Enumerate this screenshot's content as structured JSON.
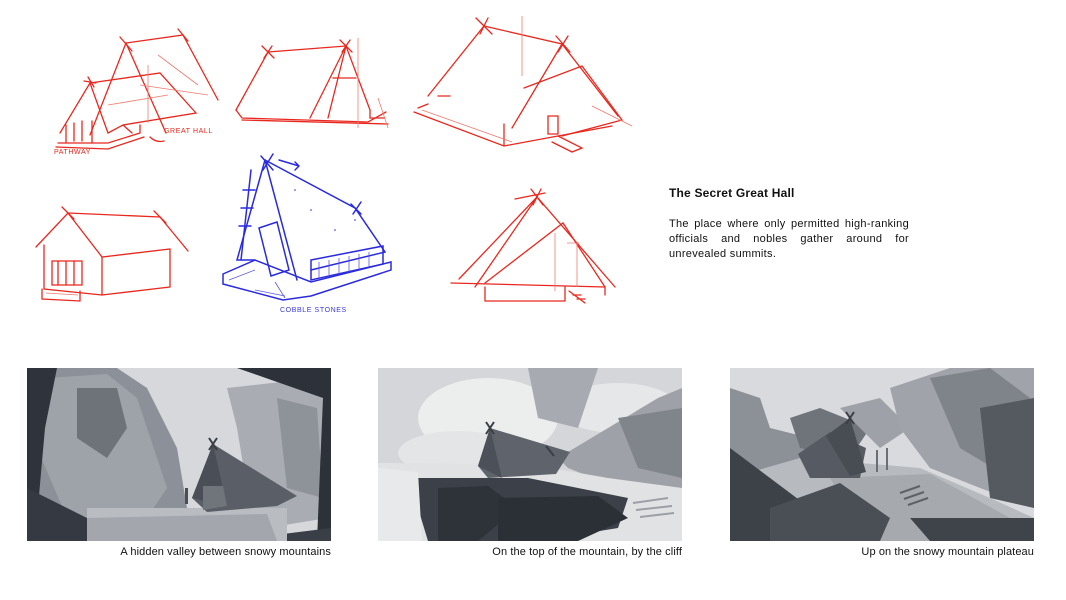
{
  "info_panel": {
    "title": "The Secret Great Hall",
    "description": "The place where only permitted high-ranking officials and nobles gather around for unrevealed summits."
  },
  "sketches": {
    "colors": {
      "red": "#e8281e",
      "blue": "#2a2adf"
    },
    "items": [
      {
        "id": "sketch-1",
        "color": "red",
        "annotations": [
          "GREAT HALL",
          "PATHWAY"
        ]
      },
      {
        "id": "sketch-2",
        "color": "red",
        "annotations": []
      },
      {
        "id": "sketch-3",
        "color": "red",
        "annotations": []
      },
      {
        "id": "sketch-4",
        "color": "red",
        "annotations": []
      },
      {
        "id": "sketch-5",
        "color": "blue",
        "annotations": [
          "COBBLE STONES"
        ]
      },
      {
        "id": "sketch-6",
        "color": "red",
        "annotations": []
      }
    ]
  },
  "thumbnails": [
    {
      "caption": "A hidden valley between snowy mountains"
    },
    {
      "caption": "On the top of the mountain, by the cliff"
    },
    {
      "caption": "Up on the snowy mountain plateau"
    }
  ]
}
